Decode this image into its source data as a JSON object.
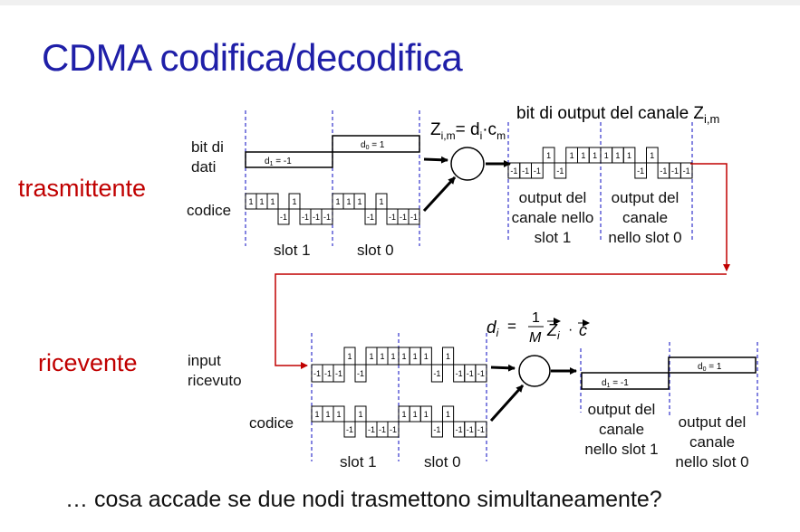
{
  "title": "CDMA codifica/decodifica",
  "sender": {
    "side_label": "trasmittente",
    "data_bits_label": "bit di\ndati",
    "code_label": "codice",
    "d1_label": "-1",
    "d0_label": "= 1",
    "slot1_label": "slot 1",
    "slot0_label": "slot 0",
    "formula_lhs": "Z",
    "formula_lhs_sub": "i,m",
    "formula_eq": "= d",
    "formula_d_sub": "i",
    "formula_dot": "·c",
    "formula_c_sub": "m",
    "output_title": "bit di output del canale Z",
    "output_title_sub": "i,m",
    "output_slot1_label": "output del\ncanale nello\nslot 1",
    "output_slot0_label": "output del\ncanale\nnello slot 0"
  },
  "receiver": {
    "side_label": "ricevente",
    "input_label": "input\nricevuto",
    "code_label": "codice",
    "slot1_label": "slot 1",
    "slot0_label": "slot 0",
    "formula_d": "d",
    "formula_d_sub": "i",
    "formula_eq": "=",
    "formula_num": "1",
    "formula_den": "M",
    "formula_Z": "Z",
    "formula_Z_sub": "i",
    "formula_dot": "·",
    "formula_c": "c",
    "d1_label": "-1",
    "d0_label": "= 1",
    "output_slot1_label": "output del\ncanale\nnello slot 1",
    "output_slot0_label": "output del\ncanale\nnello slot 0"
  },
  "code_chips": [
    1,
    1,
    1,
    -1,
    1,
    -1,
    -1,
    -1
  ],
  "chip_one": "1",
  "chip_minus_one": "-1",
  "bottom_question": "… cosa accade se due nodi trasmettono simultaneamente?",
  "colors": {
    "title": "#1f1fa8",
    "side_label": "#c00000",
    "dashed_line": "#3333cc",
    "feedback_arrow": "#c00000"
  }
}
